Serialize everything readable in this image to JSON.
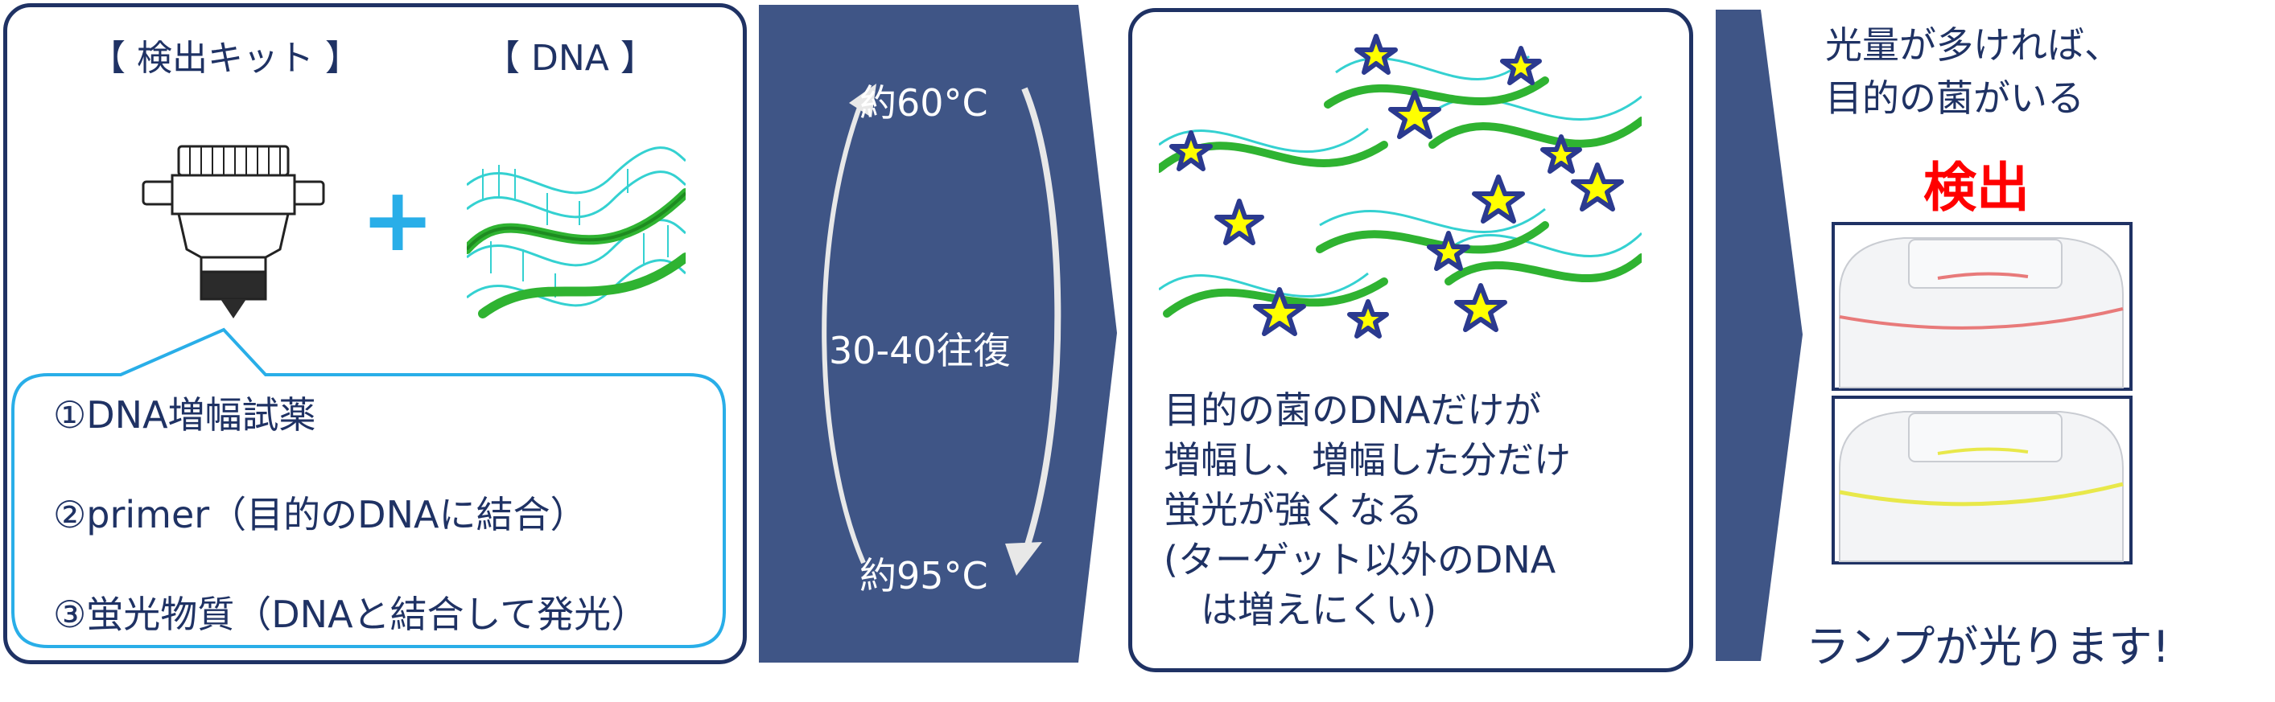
{
  "kit": {
    "kit_label": "【 検出キット 】",
    "dna_label": "【 DNA 】",
    "plus_symbol": "+",
    "items": [
      "①DNA増幅試薬",
      "②primer（目的のDNAに結合）",
      "③蛍光物質（DNAと結合して発光）"
    ]
  },
  "cycle": {
    "temp_high": "約60°C",
    "repeat": "30-40往復",
    "temp_low": "約95°C"
  },
  "amplify": {
    "lines": [
      "目的の菌のDNAだけが",
      "増幅し、増幅した分だけ",
      "蛍光が強くなる",
      "(ターゲット以外のDNA",
      "　は増えにくい)"
    ]
  },
  "detect": {
    "line1": "光量が多ければ、",
    "line2": "目的の菌がいる",
    "result": "検出",
    "lamp": "ランプが光ります!"
  },
  "colors": {
    "navy": "#1f3264",
    "arrow_fill": "#3f5586",
    "cyan": "#29aee8",
    "red": "#ff0000",
    "dna_green": "#2fb331",
    "dna_cyan": "#34d1d1",
    "star_yellow": "#ffff00",
    "lamp_red": "#e87a7a",
    "lamp_yellow": "#e8e84a"
  }
}
